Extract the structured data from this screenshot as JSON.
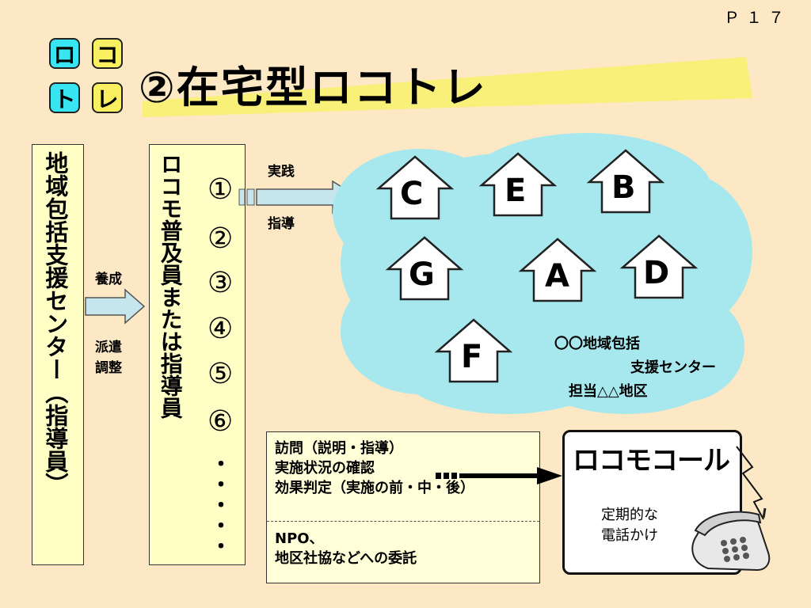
{
  "page_number": "Ｐ１７",
  "logo": {
    "tiles": [
      "ロ",
      "コ",
      "ト",
      "レ"
    ]
  },
  "title": "②在宅型ロコトレ",
  "left_box": {
    "text": "地域包括支援センター（指導員）"
  },
  "arrow_left": {
    "label_top": "養成",
    "label_bottom_1": "派遣",
    "label_bottom_2": "調整"
  },
  "middle_box": {
    "text": "ロコモ普及員または指導員"
  },
  "numbers": [
    "①",
    "②",
    "③",
    "④",
    "⑤",
    "⑥"
  ],
  "dots": [
    "・",
    "・",
    "・",
    "・",
    "・"
  ],
  "arrow_right": {
    "label_top": "実践",
    "label_bottom": "指導"
  },
  "cloud": {
    "houses": [
      "C",
      "E",
      "B",
      "G",
      "A",
      "D",
      "F"
    ],
    "caption_1": "〇〇地域包括",
    "caption_2": "支援センター",
    "caption_3": "担当△△地区"
  },
  "note_box": {
    "line1": "訪問（説明・指導）",
    "line2": "実施状況の確認",
    "line3": "効果判定（実施の前・中・後）",
    "line4": "NPO、",
    "line5": "地区社協などへの委託"
  },
  "call_box": {
    "title": "ロコモコール",
    "sub1": "定期的な",
    "sub2": "電話かけ"
  },
  "colors": {
    "background": "#fce8c4",
    "cloud": "#a6e8ee",
    "box_fill": "#ffffc6",
    "logo_cyan": "#38e6f2",
    "logo_yellow": "#f8f060",
    "arrow_fill": "#c6e6ee"
  }
}
